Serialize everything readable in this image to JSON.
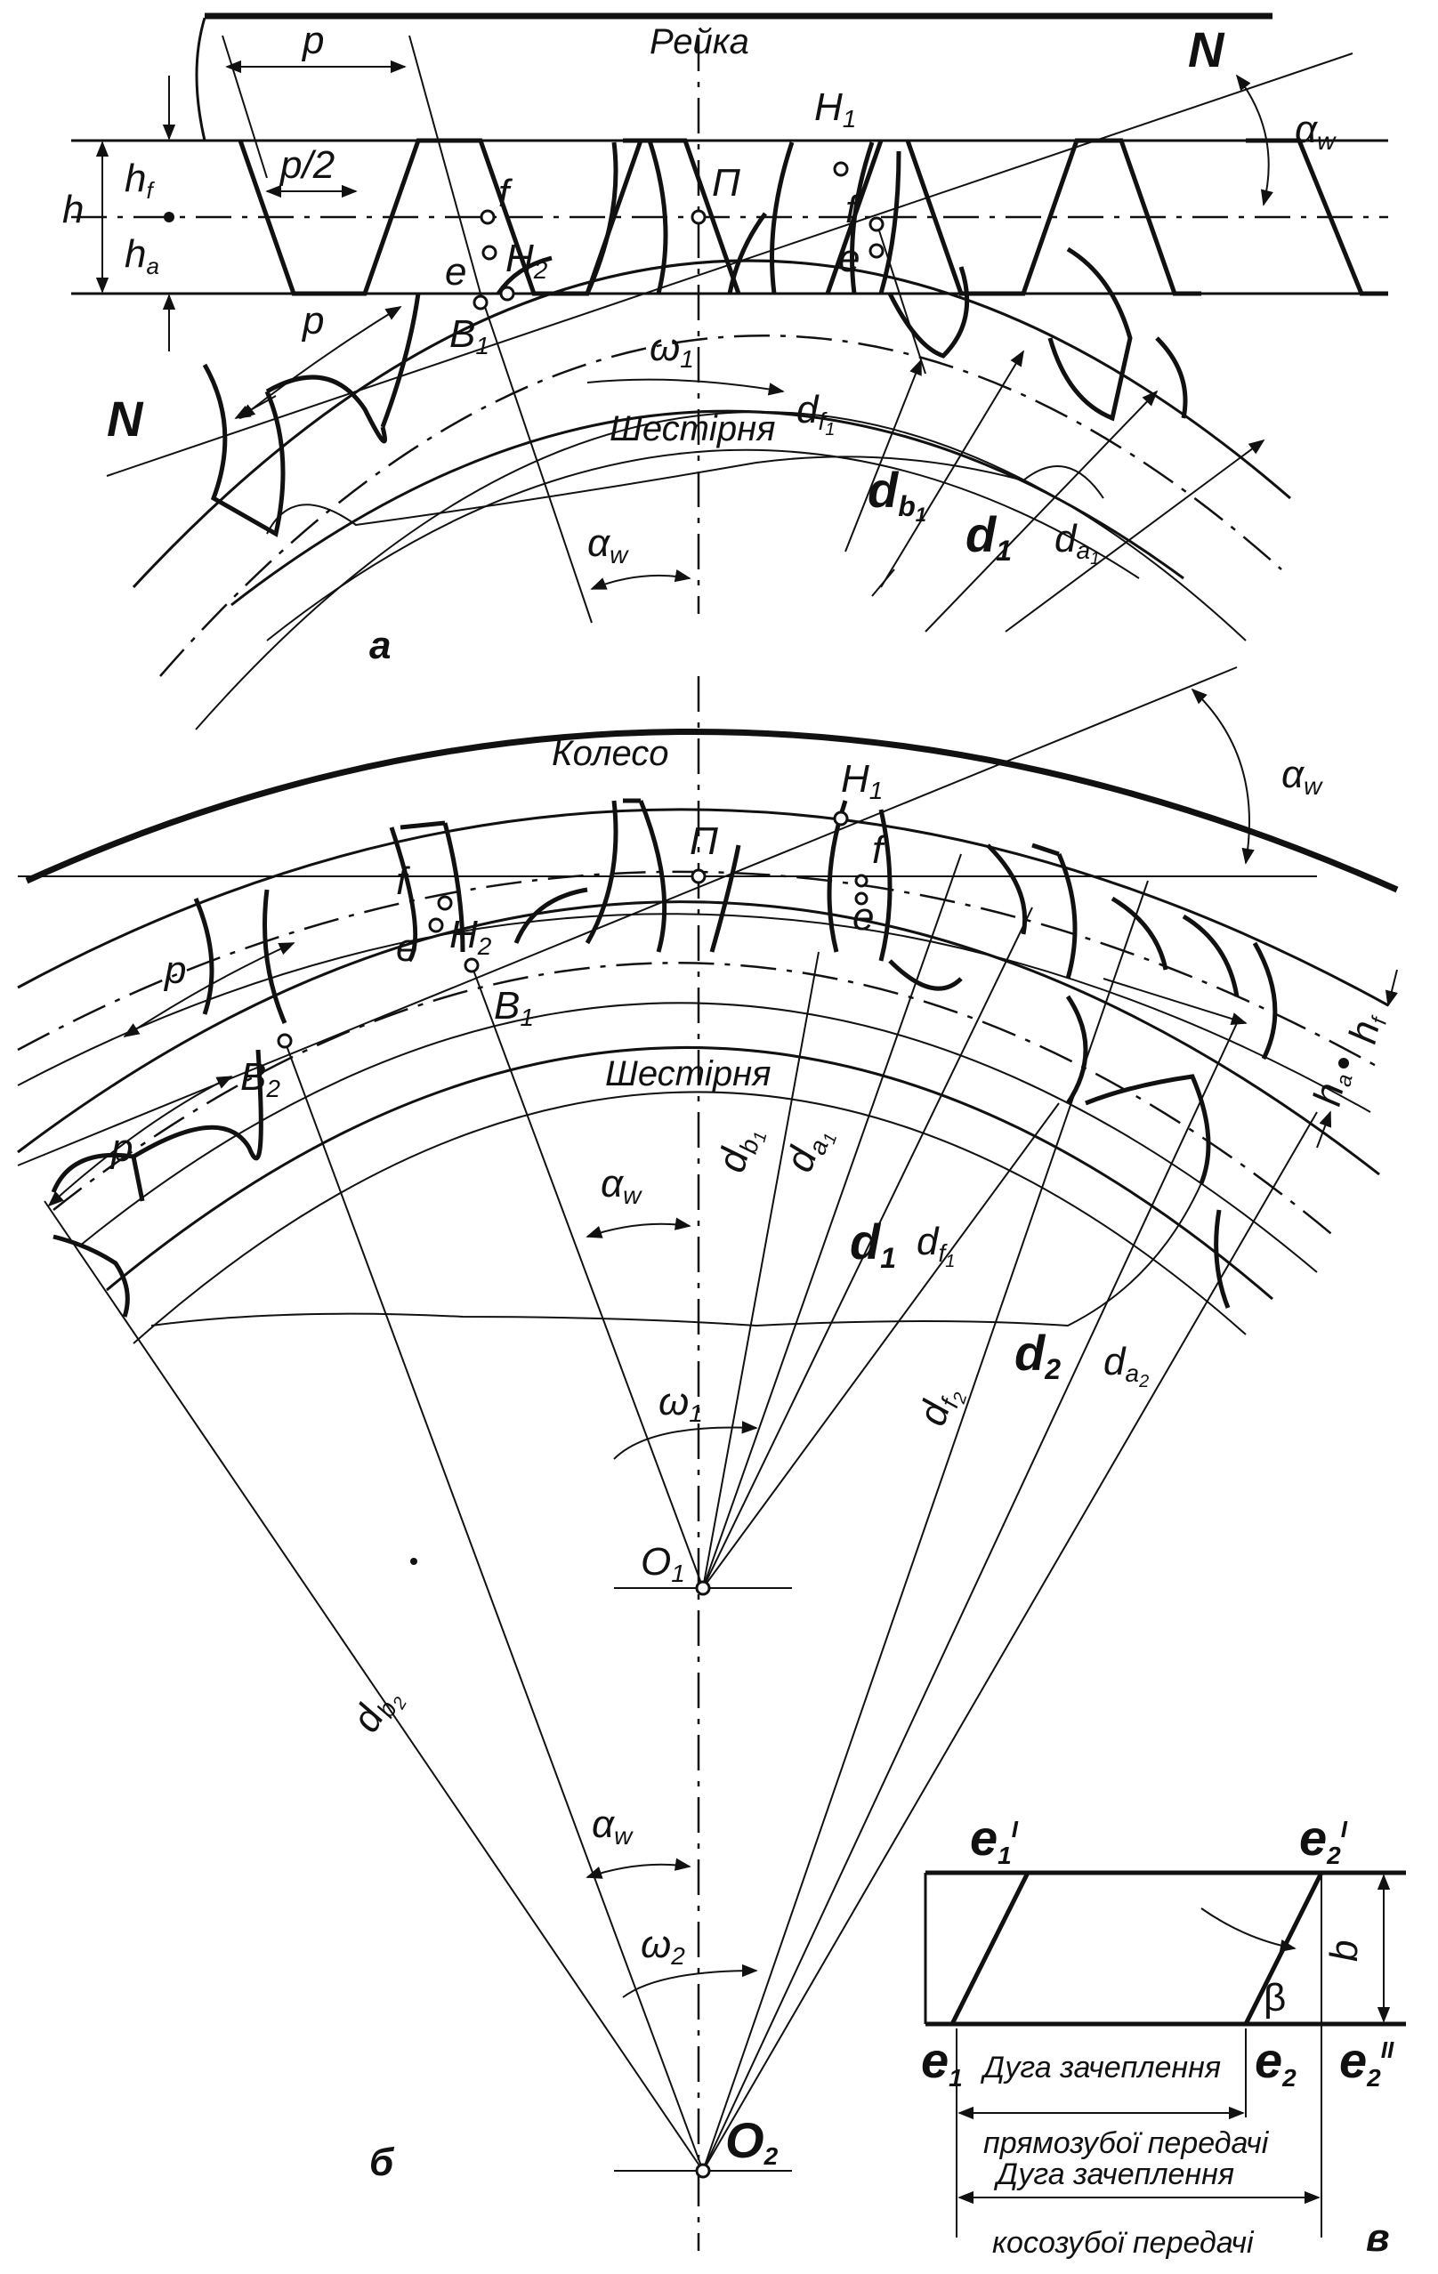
{
  "panel_a": {
    "rack_label": "Рейка",
    "pinion_label": "Шестірня",
    "letter": "а",
    "pitch_p": "p",
    "half_pitch": "p/2",
    "h": "h",
    "hf": "h",
    "hf_sub": "f",
    "ha": "h",
    "ha_sub": "a",
    "N": "N",
    "alpha": "α",
    "alpha_sub": "w",
    "H1": "H",
    "H1_sub": "1",
    "H2": "H",
    "H2_sub": "2",
    "B1": "B",
    "B1_sub": "1",
    "P": "П",
    "f": "f",
    "e": "e",
    "omega": "ω",
    "omega_sub": "1",
    "df": "d",
    "df_sub": "f",
    "df_sub2": "1",
    "db": "d",
    "db_sub": "b",
    "db_sub2": "1",
    "d": "d",
    "d_sub": "1",
    "da": "d",
    "da_sub": "a",
    "da_sub2": "1"
  },
  "panel_b": {
    "wheel_label": "Колесо",
    "pinion_label": "Шестірня",
    "letter": "б",
    "p": "p",
    "alpha": "α",
    "alpha_sub": "w",
    "H1": "H",
    "H1_sub": "1",
    "H2": "H",
    "H2_sub": "2",
    "B1": "B",
    "B1_sub": "1",
    "B2": "B",
    "B2_sub": "2",
    "P": "П",
    "f": "f",
    "e": "e",
    "ha": "h",
    "ha_sub": "a",
    "hf": "h",
    "hf_sub": "f",
    "db1": "d",
    "db1_sub": "b",
    "db1_sub2": "1",
    "da1": "d",
    "da1_sub": "a",
    "da1_sub2": "1",
    "d1": "d",
    "d1_sub": "1",
    "df1": "d",
    "df1_sub": "f",
    "df1_sub2": "1",
    "df2": "d",
    "df2_sub": "f",
    "df2_sub2": "2",
    "d2": "d",
    "d2_sub": "2",
    "da2": "d",
    "da2_sub": "a",
    "da2_sub2": "2",
    "db2": "d",
    "db2_sub": "b",
    "db2_sub2": "2",
    "omega1": "ω",
    "omega1_sub": "1",
    "omega2": "ω",
    "omega2_sub": "2",
    "O1": "O",
    "O1_sub": "1",
    "O2": "O",
    "O2_sub": "2"
  },
  "panel_c": {
    "letter": "в",
    "e1_top": "e",
    "e1_top_sub": "1",
    "e1_top_sup": "I",
    "e2_top": "e",
    "e2_top_sub": "2",
    "e2_top_sup": "I",
    "e1": "e",
    "e1_sub": "1",
    "e2": "e",
    "e2_sub": "2",
    "e2_bottom": "e",
    "e2_bottom_sub": "2",
    "e2_bottom_sup": "II",
    "b": "b",
    "beta": "β",
    "arc_spur_1": "Дуга зачеплення",
    "arc_spur_2": "прямозубої передачі",
    "arc_helical_1": "Дуга зачеплення",
    "arc_helical_2": "косозубої передачі"
  }
}
